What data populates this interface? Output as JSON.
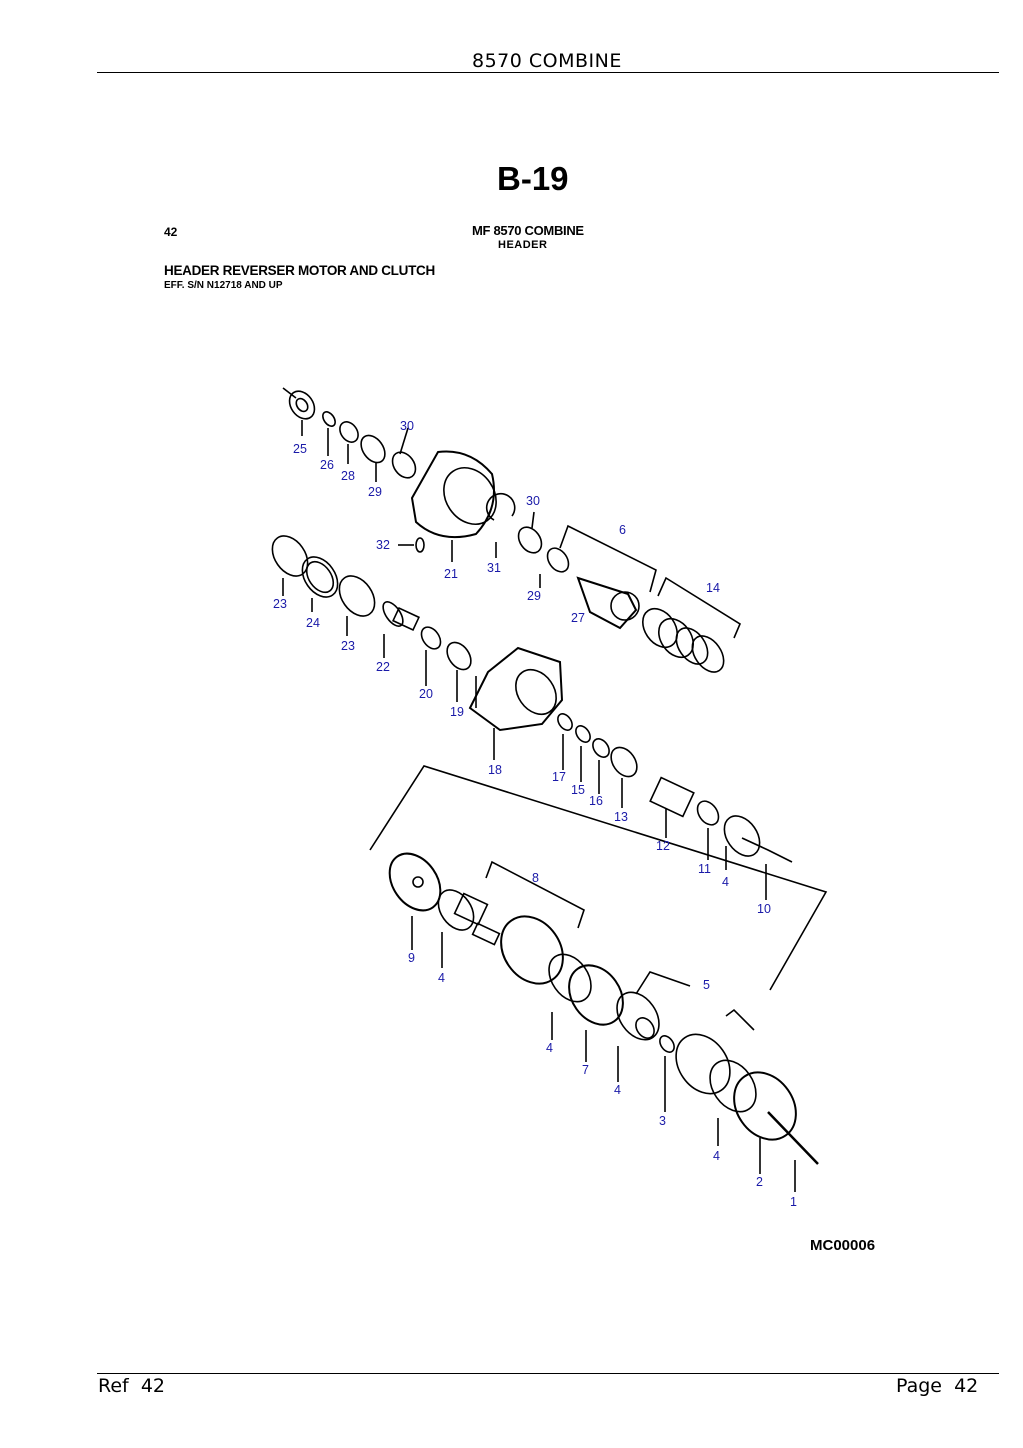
{
  "header": {
    "title": "8570 COMBINE"
  },
  "figure": {
    "id": "B-19",
    "ref_number": "42",
    "model": "MF 8570 COMBINE",
    "section": "HEADER",
    "assembly_title": "HEADER REVERSER MOTOR AND CLUTCH",
    "effectivity": "EFF. S/N N12718 AND UP",
    "drawing_code": "MC00006",
    "callouts": [
      "30",
      "25",
      "26",
      "28",
      "29",
      "30",
      "6",
      "32",
      "21",
      "31",
      "29",
      "27",
      "14",
      "23",
      "24",
      "23",
      "22",
      "20",
      "19",
      "18",
      "17",
      "15",
      "16",
      "13",
      "12",
      "11",
      "4",
      "10",
      "8",
      "9",
      "4",
      "5",
      "4",
      "7",
      "4",
      "3",
      "4",
      "2",
      "1"
    ]
  },
  "footer": {
    "ref_label": "Ref",
    "ref_value": "42",
    "page_label": "Page",
    "page_value": "42"
  }
}
